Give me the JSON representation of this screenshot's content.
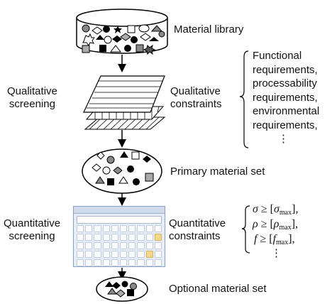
{
  "material_library": "Material library",
  "qualitative_screening": [
    "Qualitative",
    "screening"
  ],
  "qualitative_constraints": [
    "Qualitative",
    "constraints"
  ],
  "qualitative_requirements": [
    "Functional",
    "requirements,",
    "processability",
    "requirements,",
    "environmental",
    "requirements,",
    "⋮"
  ],
  "primary_material_set": "Primary material set",
  "quantitative_screening": [
    "Quantitative",
    "screening"
  ],
  "quantitative_constraints": [
    "Quantitative",
    "constraints"
  ],
  "quantitative_requirements": [
    {
      "sym": "σ",
      "rel": " ≥ [",
      "var": "σ",
      "sub": "max",
      "tail": "],"
    },
    {
      "sym": "ρ",
      "rel": " ≥ [",
      "var": "ρ",
      "sub": "max",
      "tail": "],"
    },
    {
      "sym": "f",
      "rel": " ≥ [",
      "var": "f",
      "sub": "max",
      "tail": "],"
    }
  ],
  "quantitative_ellipsis": "⋮",
  "optional_material_set": "Optional material set"
}
